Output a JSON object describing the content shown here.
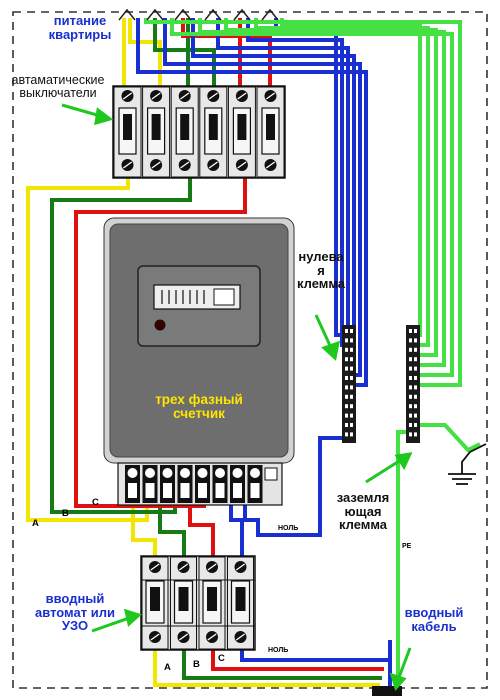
{
  "labels": {
    "apartment_supply_line1": "питание",
    "apartment_supply_line2": "квартиры",
    "breakers_line1": "автаматические",
    "breakers_line2": "выключатели",
    "neutral_line1": "нулева",
    "neutral_line2": "я",
    "neutral_line3": "клемма",
    "meter_line1": "трех фазный",
    "meter_line2": "счетчик",
    "ground_line1": "заземля",
    "ground_line2": "ющая",
    "ground_line3": "клемма",
    "input_breaker_line1": "вводный",
    "input_breaker_line2": "автомат или",
    "input_breaker_line3": "УЗО",
    "input_cable_line1": "вводный",
    "input_cable_line2": "кабель"
  },
  "wire_labels": {
    "phase_a": "A",
    "phase_b": "B",
    "phase_c": "C",
    "neutral": "НОЛЬ",
    "pe": "PE"
  },
  "colors": {
    "phase_a": "#f2e600",
    "phase_b": "#167a16",
    "phase_c": "#e01010",
    "neutral": "#1a2fd0",
    "pe": "#44e044",
    "label_blue": "#1a2fd0",
    "meter_body": "#6e6e6e",
    "meter_text": "#ffe600"
  }
}
